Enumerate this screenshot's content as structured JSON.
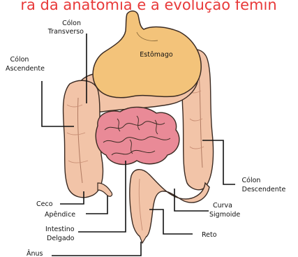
{
  "header": {
    "caption_fragment": "ra da anatomia e a evolução femin"
  },
  "colors": {
    "caption": "#e83a3a",
    "colon": "#f2c4a8",
    "colon_outline": "#3a2a22",
    "stomach": "#f3c37a",
    "small_intestine": "#e98a97",
    "leader_line": "#111111"
  },
  "organs": {
    "stomach": "Estômago"
  },
  "labels": {
    "colon_transverso_line1": "Cólon",
    "colon_transverso_line2": "Transverso",
    "colon_ascendente_line1": "Cólon",
    "colon_ascendente_line2": "Ascendente",
    "colon_descendente_line1": "Cólon",
    "colon_descendente_line2": "Descendente",
    "ceco": "Ceco",
    "apendice": "Apêndice",
    "curva_sigmoide_line1": "Curva",
    "curva_sigmoide_line2": "Sigmoide",
    "intestino_delgado_line1": "Intestino",
    "intestino_delgado_line2": "Delgado",
    "reto": "Reto",
    "anus": "Ânus"
  }
}
